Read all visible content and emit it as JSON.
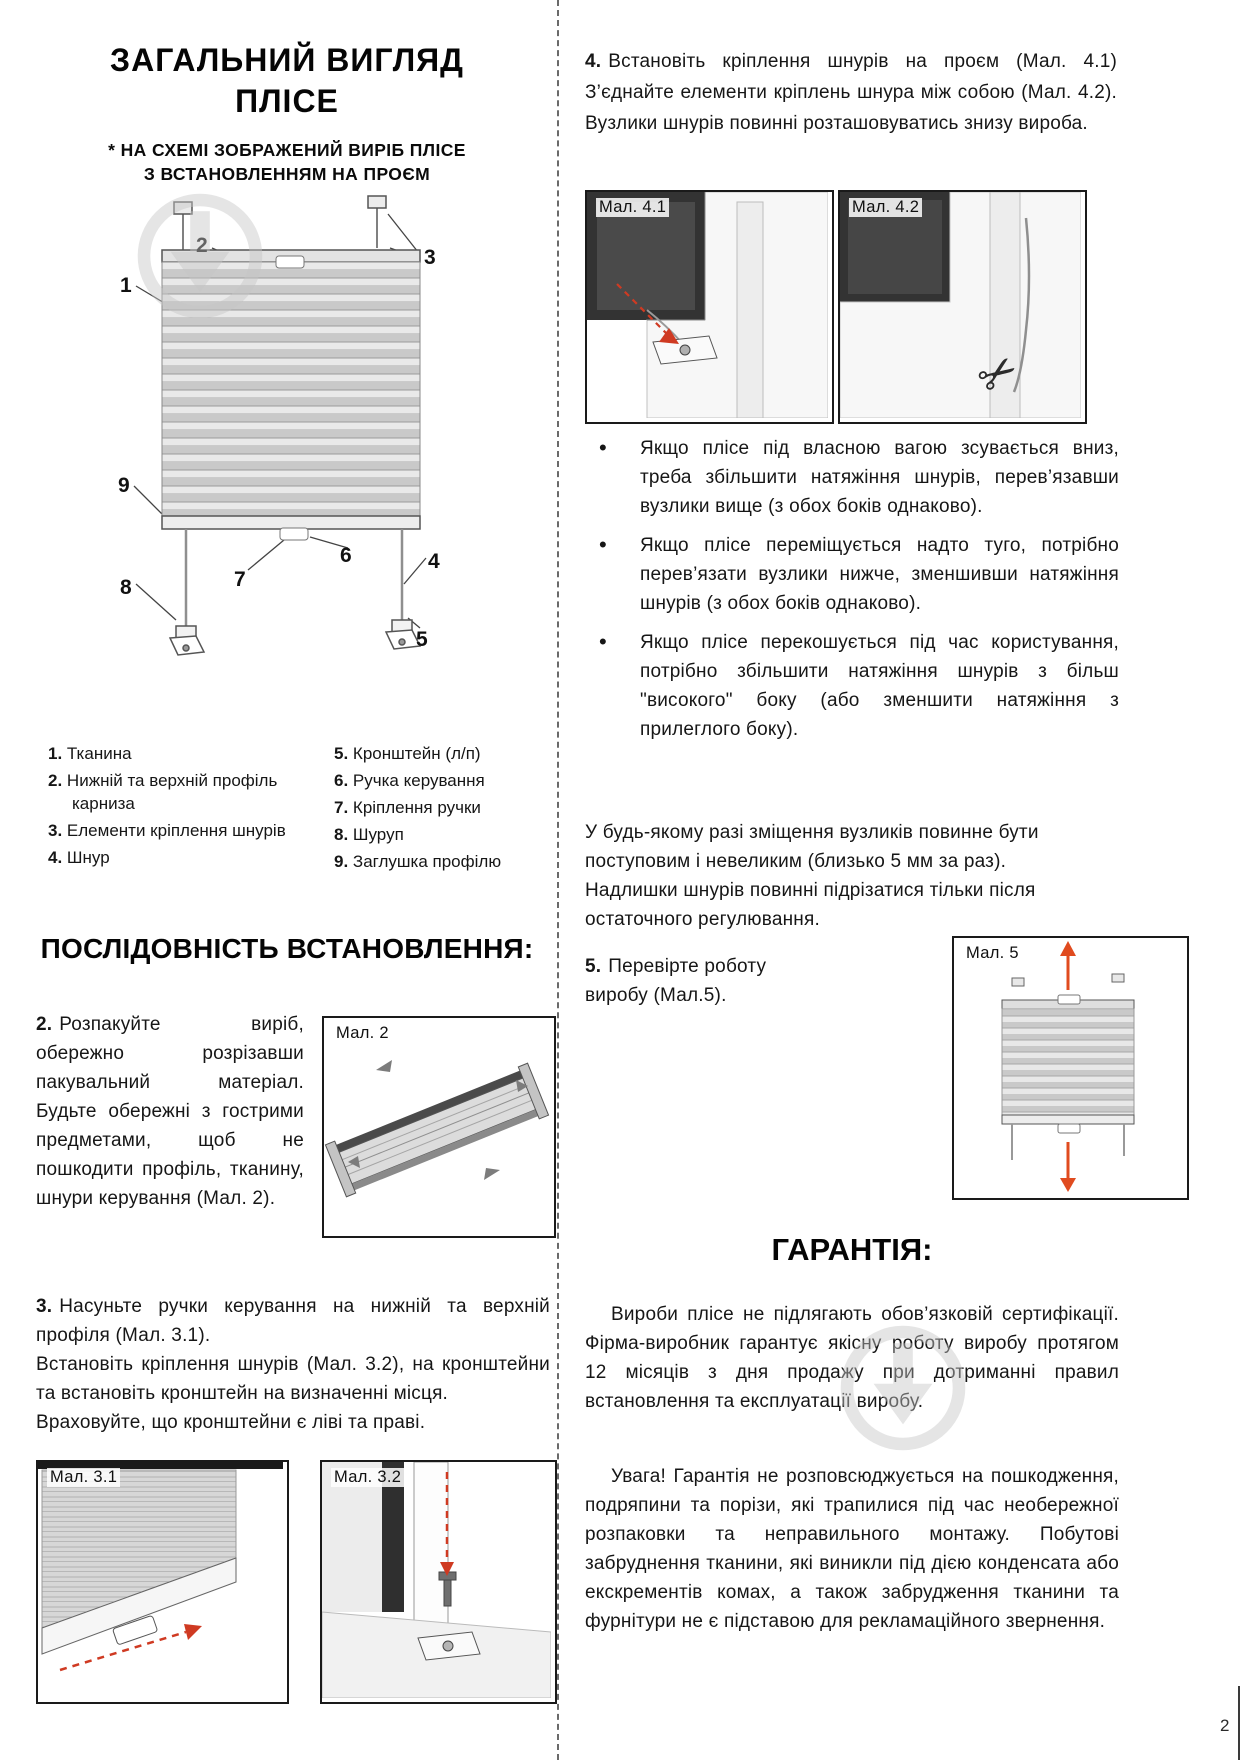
{
  "page": {
    "number": "2"
  },
  "left": {
    "title_line1": "ЗАГАЛЬНИЙ ВИГЛЯД",
    "title_line2": "ПЛІСЕ",
    "subtitle_line1": "* НА СХЕМІ ЗОБРАЖЕНИЙ ВИРІБ ПЛІСЕ",
    "subtitle_line2": "З ВСТАНОВЛЕННЯМ НА ПРОЄМ",
    "diagram_labels": [
      "1",
      "2",
      "3",
      "4",
      "5",
      "6",
      "7",
      "8",
      "9"
    ],
    "legend_left": [
      {
        "num": "1.",
        "text": "Тканина"
      },
      {
        "num": "2.",
        "text": "Нижній та верхній профіль карниза"
      },
      {
        "num": "3.",
        "text": "Елементи кріплення шнурів"
      },
      {
        "num": "4.",
        "text": "Шнур"
      }
    ],
    "legend_right": [
      {
        "num": "5.",
        "text": "Кронштейн (л/п)"
      },
      {
        "num": "6.",
        "text": "Ручка керування"
      },
      {
        "num": "7.",
        "text": "Кріплення ручки"
      },
      {
        "num": "8.",
        "text": "Шуруп"
      },
      {
        "num": "9.",
        "text": "Заглушка профілю"
      }
    ],
    "sequence_heading": "ПОСЛІДОВНІСТЬ ВСТАНОВЛЕННЯ:",
    "step2_num": "2.",
    "step2_text": "Розпакуйте виріб, обережно розрізавши пакувальний матеріал. Будьте обережні з гострими предметами, щоб не пошкодити профіль, тканину, шнури керування (Мал. 2).",
    "fig2_label": "Мал. 2",
    "step3_num": "3.",
    "step3_line1": "Насуньте ручки керування на нижній та верхній профіля (Мал. 3.1).",
    "step3_line2": "Встановіть кріплення шнурів (Мал. 3.2), на кронштейни та встановіть кронштейн на визначенні місця.",
    "step3_line3": "Враховуйте, що кронштейни є ліві та праві.",
    "fig31_label": "Мал. 3.1",
    "fig32_label": "Мал. 3.2"
  },
  "right": {
    "step4_num": "4.",
    "step4_text": "Встановіть кріплення шнурів на проєм (Мал. 4.1) З’єднайте елементи кріплень шнура між собою (Мал. 4.2). Вузлики шнурів повинні розташовуватись знизу вироба.",
    "fig41_label": "Мал. 4.1",
    "fig42_label": "Мал. 4.2",
    "bullets": [
      "Якщо плісе під власною вагою зсувається вниз, треба збільшити натяжіння шнурів, перев’язавши вузлики вище (з обох боків однаково).",
      "Якщо плісе переміщується надто туго, потрібно перев’язати вузлики нижче, зменшивши натяжіння шнурів (з обох боків однаково).",
      "Якщо плісе перекошується під час користування, потрібно збільшити натяжіння шнурів з більш \"високого\" боку (або зменшити натяжіння з прилеглого боку)."
    ],
    "note_line1": "У будь-якому разі зміщення вузликів повинне бути поступовим і невеликим (близько 5 мм за раз).",
    "note_line2": "Надлишки шнурів повинні підрізатися тільки після остаточного регулювання.",
    "step5_num": "5.",
    "step5_text": "Перевірте роботу виробу (Мал.5).",
    "fig5_label": "Мал. 5",
    "warranty_heading": "ГАРАНТІЯ:",
    "warranty_para1": "Вироби плісе не підлягають обов’язковій сертифікації. Фірма-виробник гарантує якісну роботу виробу протягом 12 місяців з дня продажу при дотриманні правил встановлення та експлуатації виробу.",
    "warranty_para2": "Увага! Гарантія не розповсюджується на пошкодження, подряпини та порізи, які трапилися під час необережної розпаковки та неправильного монтажу. Побутові забруднення тканини, які виникли під дією конденсата або екскрементів комах, а також забрудження тканини та фурнітури не є підставою для рекламаційного звернення."
  }
}
